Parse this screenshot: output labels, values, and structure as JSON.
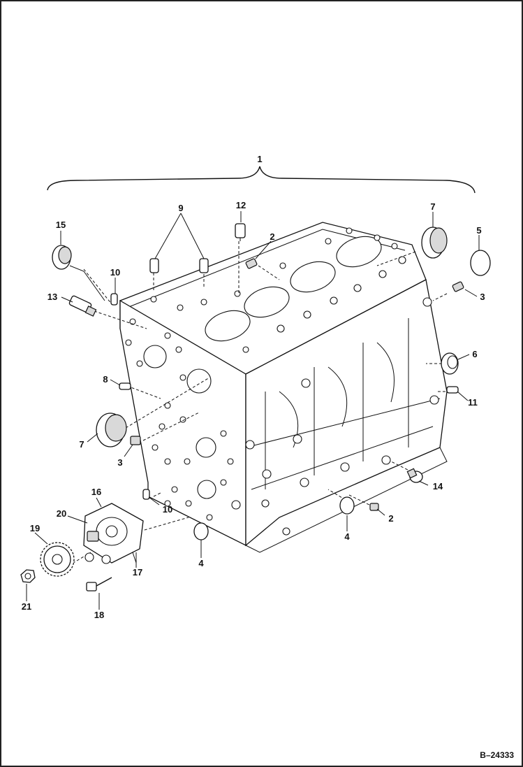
{
  "figure_ref": "B–24333",
  "callouts": [
    {
      "id": "c1",
      "text": "1"
    },
    {
      "id": "c9",
      "text": "9"
    },
    {
      "id": "c12",
      "text": "12"
    },
    {
      "id": "c7a",
      "text": "7"
    },
    {
      "id": "c5",
      "text": "5"
    },
    {
      "id": "c15",
      "text": "15"
    },
    {
      "id": "c2a",
      "text": "2"
    },
    {
      "id": "c10a",
      "text": "10"
    },
    {
      "id": "c13",
      "text": "13"
    },
    {
      "id": "c3a",
      "text": "3"
    },
    {
      "id": "c6",
      "text": "6"
    },
    {
      "id": "c8",
      "text": "8"
    },
    {
      "id": "c11",
      "text": "11"
    },
    {
      "id": "c7b",
      "text": "7"
    },
    {
      "id": "c3b",
      "text": "3"
    },
    {
      "id": "c14",
      "text": "14"
    },
    {
      "id": "c16",
      "text": "16"
    },
    {
      "id": "c10b",
      "text": "10"
    },
    {
      "id": "c20",
      "text": "20"
    },
    {
      "id": "c2b",
      "text": "2"
    },
    {
      "id": "c19",
      "text": "19"
    },
    {
      "id": "c4a",
      "text": "4"
    },
    {
      "id": "c4b",
      "text": "4"
    },
    {
      "id": "c17",
      "text": "17"
    },
    {
      "id": "c21",
      "text": "21"
    },
    {
      "id": "c18",
      "text": "18"
    }
  ]
}
